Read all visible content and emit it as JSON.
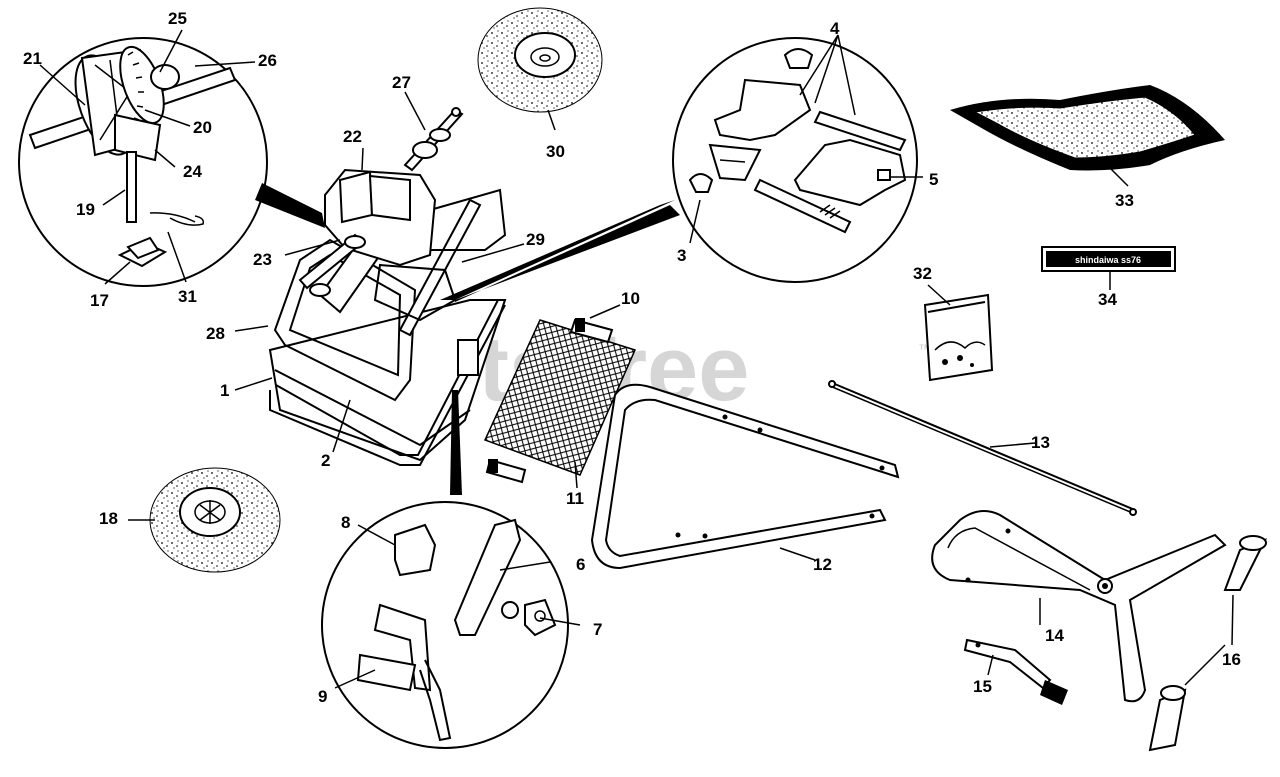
{
  "watermark": {
    "text": "PartsTree",
    "mark": "™"
  },
  "label_34_text": "shindaiwa ss76",
  "callouts": {
    "c1": "1",
    "c2": "2",
    "c3": "3",
    "c4": "4",
    "c5": "5",
    "c6": "6",
    "c7": "7",
    "c8": "8",
    "c9": "9",
    "c10": "10",
    "c11": "11",
    "c12": "12",
    "c13": "13",
    "c14": "14",
    "c15": "15",
    "c16": "16",
    "c17": "17",
    "c18": "18",
    "c19": "19",
    "c20": "20",
    "c21": "21",
    "c22": "22",
    "c23": "23",
    "c24": "24",
    "c25": "25",
    "c26": "26",
    "c27": "27",
    "c28": "28",
    "c29": "29",
    "c30": "30",
    "c31": "31",
    "c32": "32",
    "c33": "33",
    "c34": "34"
  }
}
